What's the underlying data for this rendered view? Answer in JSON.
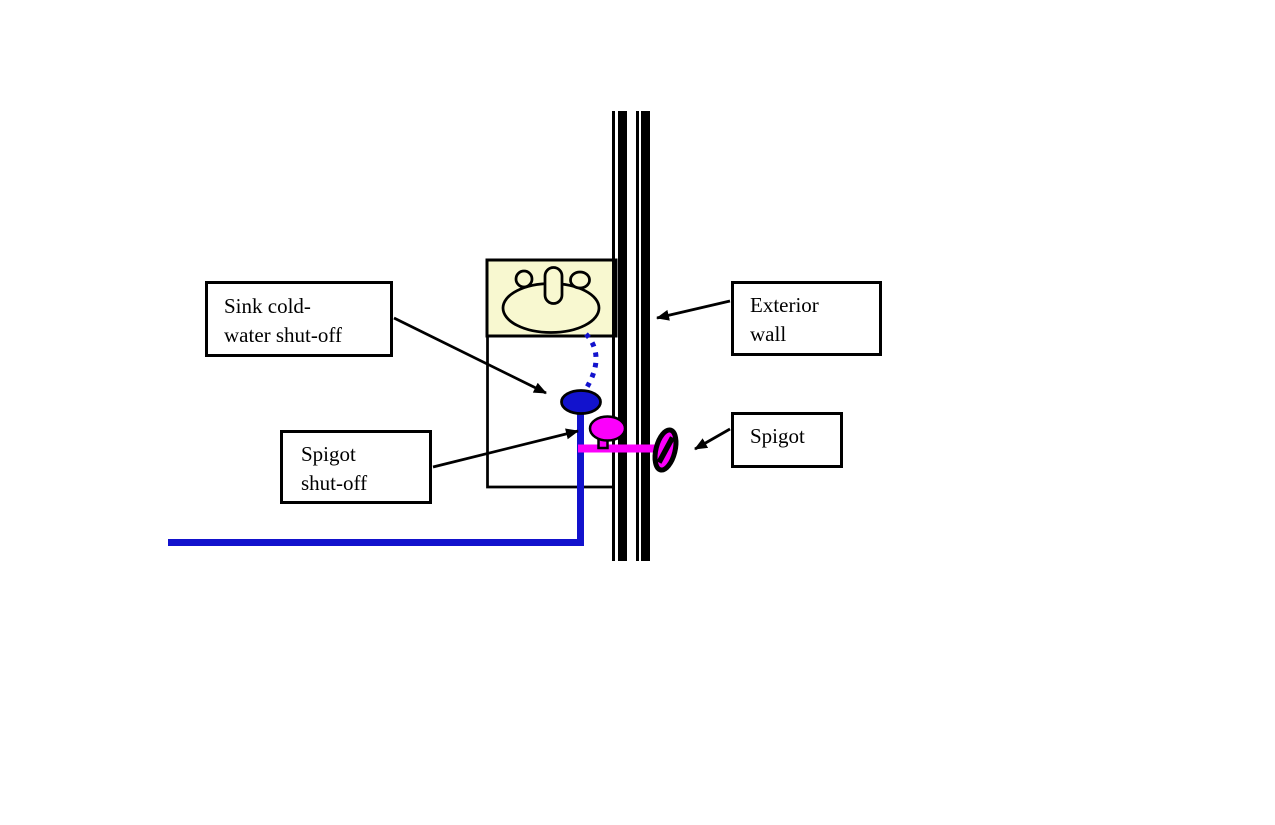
{
  "labels": {
    "sink_shutoff": "Sink cold-\nwater shut-off",
    "spigot_shutoff": "Spigot\nshut-off",
    "exterior_wall": "Exterior\nwall",
    "spigot": "Spigot"
  },
  "colors": {
    "ink": "#000000",
    "blue": "#1212cd",
    "magenta": "#fb00fb",
    "counter-yellow": "#f8f8d0",
    "bg": "#ffffff"
  },
  "components": {
    "wall": "exterior-wall",
    "sink": "sink-with-faucet",
    "cabinet": "sink-cabinet",
    "cold_water_pipe": "cold-water-supply-pipe",
    "sink_supply_line": "dashed-flex-supply-line",
    "sink_shutoff_valve": "sink-cold-water-shutoff-valve",
    "spigot_shutoff_valve": "spigot-shutoff-valve",
    "spigot_pipe": "spigot-supply-pipe",
    "spigot": "outdoor-spigot"
  }
}
